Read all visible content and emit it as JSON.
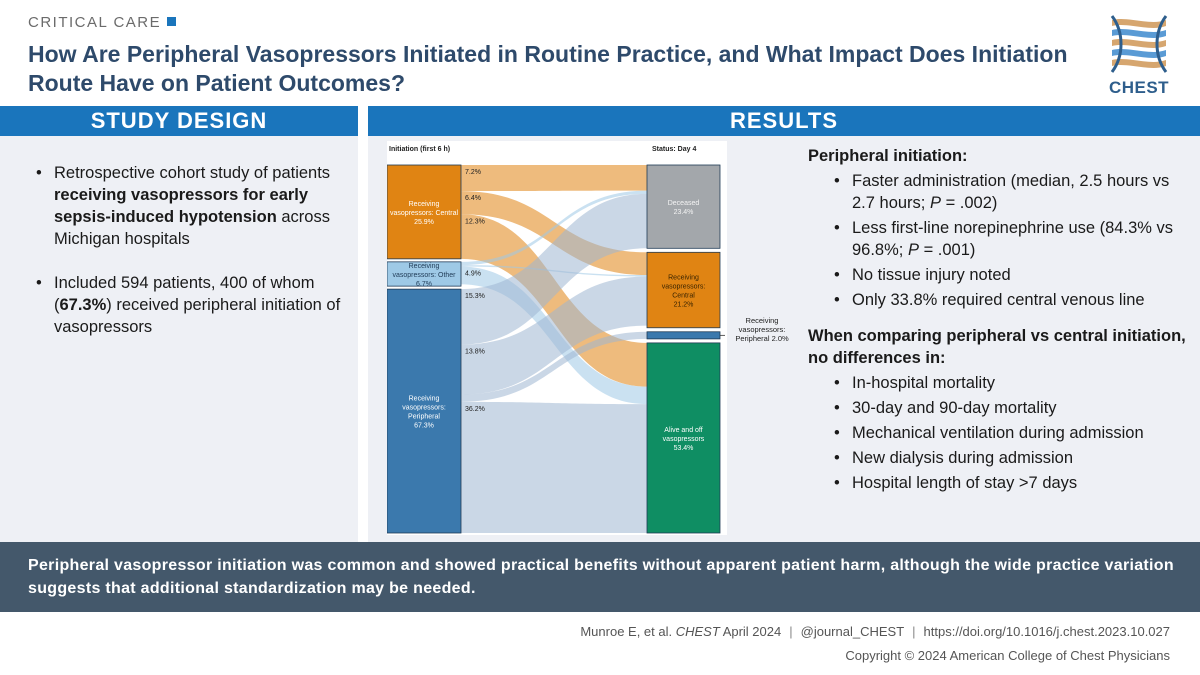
{
  "header": {
    "kicker": "CRITICAL CARE",
    "title": "How Are Peripheral Vasopressors Initiated in Routine Practice, and What Impact Does Initiation Route Have on Patient Outcomes?",
    "logo_text": "CHEST"
  },
  "colors": {
    "brand_blue": "#1a75bc",
    "title_navy": "#2e4a6b",
    "panel_bg": "#eef0f5",
    "conclusion_bg": "#44586b",
    "central_orange": "#e08413",
    "other_lightblue": "#9ec9e6",
    "peripheral_blue": "#3b79ad",
    "deceased_gray": "#a3a7ab",
    "alive_green": "#0f8e63"
  },
  "study_design": {
    "heading": "STUDY DESIGN",
    "bullet1": {
      "pre": "Retrospective cohort study of patients ",
      "bold": "receiving vasopressors for early sepsis-induced hypotension",
      "post": " across Michigan hospitals"
    },
    "bullet2": {
      "pre": "Included 594 patients, 400 of whom (",
      "bold": "67.3%",
      "post": ") received peripheral initiation of vasopressors"
    }
  },
  "results": {
    "heading": "RESULTS",
    "peripheral": {
      "title": "Peripheral initiation:",
      "item1": {
        "pre": "Faster administration (median, 2.5 hours vs 2.7 hours; ",
        "p": "P",
        "post": " = .002)"
      },
      "item2": {
        "pre": "Less first-line norepinephrine use (84.3% vs 96.8%; ",
        "p": "P",
        "post": " = .001)"
      },
      "item3": "No tissue injury noted",
      "item4": "Only 33.8% required central venous line"
    },
    "comparison": {
      "title": "When comparing peripheral vs central initiation, no differences in:",
      "items": [
        "In-hospital mortality",
        "30-day and 90-day mortality",
        "Mechanical ventilation during admission",
        "New dialysis during admission",
        "Hospital length of stay >7 days"
      ]
    }
  },
  "chart_data": {
    "type": "sankey",
    "left_title": "Initiation (first 6 h)",
    "right_title": "Status: Day 4",
    "sources": [
      {
        "line1": "Receiving",
        "line2": "vasopressors: Central",
        "value_label": "25.9%",
        "value": 25.9,
        "color": "#e08413"
      },
      {
        "line1": "Receiving",
        "line2": "vasopressors: Other",
        "value_label": "6.7%",
        "value": 6.7,
        "color": "#9ec9e6"
      },
      {
        "line1": "Receiving",
        "line2": "vasopressors:",
        "line3": "Peripheral",
        "value_label": "67.3%",
        "value": 67.3,
        "color": "#3b79ad"
      }
    ],
    "targets": [
      {
        "line1": "Deceased",
        "value_label": "23.4%",
        "value": 23.4,
        "color": "#a3a7ab"
      },
      {
        "line1": "Receiving",
        "line2": "vasopressors:",
        "line3": "Central",
        "value_label": "21.2%",
        "value": 21.2,
        "color": "#e08413"
      },
      {
        "line1": "Receiving",
        "line2": "vasopressors:",
        "line3": "Peripheral 2.0%",
        "value": 2.0,
        "color": "#3b79ad"
      },
      {
        "line1": "Alive and off",
        "line2": "vasopressors",
        "value_label": "53.4%",
        "value": 53.4,
        "color": "#0f8e63"
      }
    ],
    "flow_labels": [
      "7.2%",
      "6.4%",
      "12.3%",
      "4.9%",
      "15.3%",
      "13.8%",
      "36.2%"
    ],
    "flows": [
      {
        "source": 0,
        "target": 0,
        "value": 7.2
      },
      {
        "source": 0,
        "target": 1,
        "value": 6.4
      },
      {
        "source": 0,
        "target": 3,
        "value": 12.3
      },
      {
        "source": 1,
        "target": 0,
        "value": 0.9
      },
      {
        "source": 1,
        "target": 1,
        "value": 0.4
      },
      {
        "source": 1,
        "target": 3,
        "value": 4.9
      },
      {
        "source": 2,
        "target": 0,
        "value": 15.3
      },
      {
        "source": 2,
        "target": 1,
        "value": 13.8
      },
      {
        "source": 2,
        "target": 2,
        "value": 2.0
      },
      {
        "source": 2,
        "target": 3,
        "value": 36.2
      }
    ]
  },
  "conclusion": "Peripheral vasopressor initiation was common and showed practical benefits without apparent patient harm, although the wide practice variation suggests that additional standardization may be needed.",
  "footer": {
    "cite_pre": "Munroe E, et al. ",
    "cite_journal": "CHEST",
    "cite_post": " April 2024",
    "handle": "@journal_CHEST",
    "doi": "https://doi.org/10.1016/j.chest.2023.10.027",
    "copyright": "Copyright © 2024 American College of Chest Physicians"
  }
}
